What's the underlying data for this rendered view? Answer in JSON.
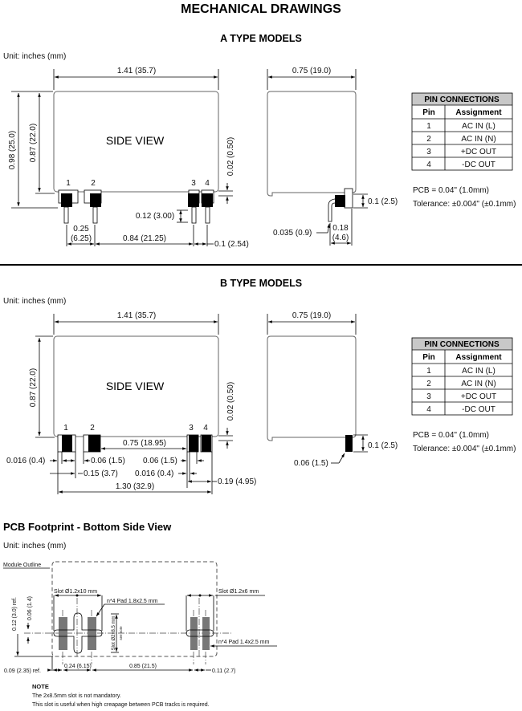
{
  "title": "MECHANICAL DRAWINGS",
  "a_type": {
    "heading": "A TYPE MODELS",
    "unit": "Unit: inches (mm)",
    "side_view_label": "SIDE VIEW",
    "pin_labels": [
      "1",
      "2",
      "3",
      "4"
    ],
    "dims": {
      "width": "1.41 (35.7)",
      "total_height": "0.98 (25.0)",
      "body_height": "0.87 (22.0)",
      "standoff": "0.02 (0.50)",
      "pin_length": "0.12 (3.00)",
      "pitch_12_a": "0.25",
      "pitch_12_b": "(6.25)",
      "pitch_23": "0.84 (21.25)",
      "pitch_34": "0.1 (2.54)",
      "depth": "0.75 (19.0)",
      "pin_h": "0.1 (2.5)",
      "pin_dia": "0.035 (0.9)",
      "pin_offset_a": "0.18",
      "pin_offset_b": "(4.6)"
    },
    "pcb": "PCB = 0.04\" (1.0mm)",
    "tolerance": "Tolerance: ±0.004\" (±0.1mm)"
  },
  "b_type": {
    "heading": "B TYPE MODELS",
    "unit": "Unit: inches (mm)",
    "side_view_label": "SIDE VIEW",
    "pin_labels": [
      "1",
      "2",
      "3",
      "4"
    ],
    "dims": {
      "width": "1.41 (35.7)",
      "body_height": "0.87 (22.0)",
      "standoff": "0.02 (0.50)",
      "pitch_23": "0.75 (18.95)",
      "w_left": "0.016 (0.4)",
      "w_pin2": "0.06 (1.5)",
      "w_pin3": "0.06 (1.5)",
      "s_12": "0.15 (3.7)",
      "w_mid": "0.016 (0.4)",
      "s_34": "0.19 (4.95)",
      "total": "1.30 (32.9)",
      "depth": "0.75 (19.0)",
      "pin_h": "0.1 (2.5)",
      "pin_w": "0.06 (1.5)"
    },
    "pcb": "PCB = 0.04\" (1.0mm)",
    "tolerance": "Tolerance: ±0.004\" (±0.1mm)"
  },
  "pin_table": {
    "title": "PIN CONNECTIONS",
    "headers": [
      "Pin",
      "Assignment"
    ],
    "rows": [
      {
        "pin": "1",
        "assignment": "AC IN (L)"
      },
      {
        "pin": "2",
        "assignment": "AC IN (N)"
      },
      {
        "pin": "3",
        "assignment": "+DC OUT"
      },
      {
        "pin": "4",
        "assignment": "-DC OUT"
      }
    ]
  },
  "footprint": {
    "heading": "PCB Footprint - Bottom Side View",
    "unit": "Unit: inches (mm)",
    "module_outline": "Module Outline",
    "slot_left": "Slot Ø1.2x10 mm",
    "slot_right": "Slot Ø1.2x6 mm",
    "pad_left": "n*4 Pad 1.8x2.5 mm",
    "pad_right": "n*4 Pad 1.4x2.5 mm",
    "slot_center": "Slot Ø2x8.5 mm",
    "slot_center_note": "see note",
    "dim_height": "0.12 (3.0) ref.",
    "dim_slot": "0.06 (1.4)",
    "dim_left": "0.09 (2.35) ref.",
    "dim_12": "0.24 (6.15)",
    "dim_23": "0.85 (21.5)",
    "dim_34": "0.11 (2.7)",
    "note_title": "NOTE",
    "note_lines": [
      "The 2x8.5mm slot is not mandatory.",
      "This slot is useful when high creapage between PCB tracks is required."
    ]
  }
}
